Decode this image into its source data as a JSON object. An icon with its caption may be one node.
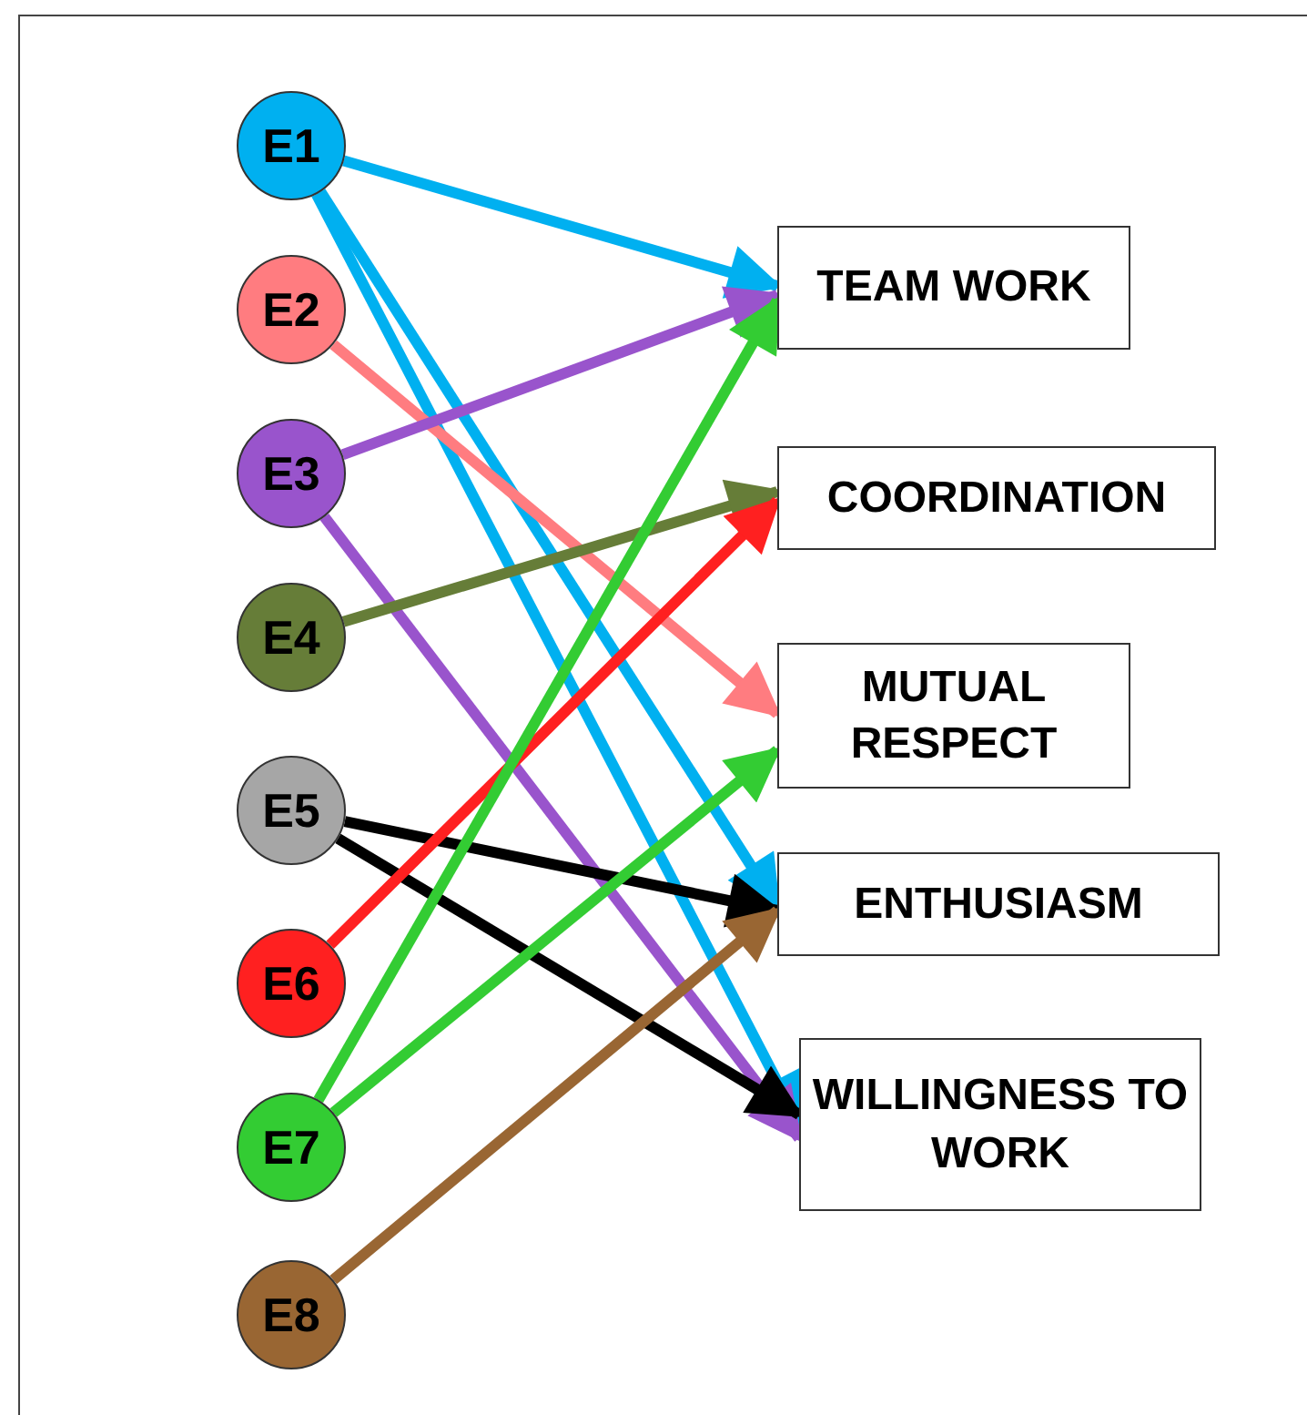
{
  "diagram": {
    "nodes": [
      {
        "text": [
          "E1"
        ]
      },
      {
        "text": [
          "E2"
        ]
      },
      {
        "text": [
          "E3"
        ]
      },
      {
        "text": [
          "E4"
        ]
      },
      {
        "text": [
          "E5"
        ]
      },
      {
        "text": [
          "E6"
        ]
      },
      {
        "text": [
          "E7"
        ]
      },
      {
        "text": [
          "E8"
        ]
      },
      {
        "text": [
          "TEAM WORK"
        ]
      },
      {
        "text": [
          "COORDINATION"
        ]
      },
      {
        "text": [
          "MUTUAL RESPECT"
        ]
      },
      {
        "text": [
          "ENTHUSIASM"
        ]
      },
      {
        "text": [
          "WILLINGNESS TO WORK"
        ]
      }
    ],
    "edges": [
      {
        "from": 0,
        "to": 8,
        "arrow": "to",
        "color": "#00b0f0"
      },
      {
        "from": 0,
        "to": 11,
        "arrow": "to",
        "color": "#00b0f0"
      },
      {
        "from": 0,
        "to": 12,
        "arrow": "to",
        "color": "#00b0f0"
      },
      {
        "from": 1,
        "to": 10,
        "arrow": "to",
        "color": "#ff7c80"
      },
      {
        "from": 2,
        "to": 8,
        "arrow": "to",
        "color": "#9954cc"
      },
      {
        "from": 2,
        "to": 12,
        "arrow": "to",
        "color": "#9954cc"
      },
      {
        "from": 3,
        "to": 9,
        "arrow": "to",
        "color": "#667d38"
      },
      {
        "from": 4,
        "to": 11,
        "arrow": "to",
        "color": "#000000"
      },
      {
        "from": 4,
        "to": 12,
        "arrow": "to",
        "color": "#000000"
      },
      {
        "from": 5,
        "to": 9,
        "arrow": "to",
        "color": "#ff2020"
      },
      {
        "from": 6,
        "to": 8,
        "arrow": "to",
        "color": "#33cc33"
      },
      {
        "from": 6,
        "to": 10,
        "arrow": "to",
        "color": "#33cc33"
      },
      {
        "from": 7,
        "to": 11,
        "arrow": "to",
        "color": "#996633"
      }
    ]
  }
}
